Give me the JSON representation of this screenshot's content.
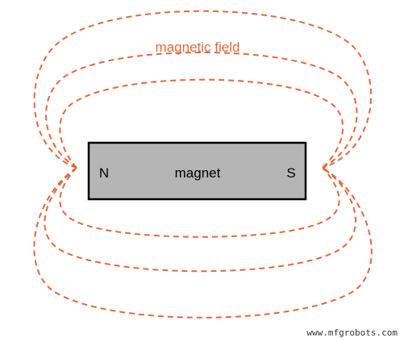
{
  "diagram": {
    "field_label": "magnetic field",
    "magnet": {
      "label": "magnet",
      "north_pole": "N",
      "south_pole": "S",
      "fill_color": "#b5b5b5",
      "border_color": "#000000"
    },
    "field_color": "#e0693e",
    "watermark": "www.mfgrobots.com"
  }
}
